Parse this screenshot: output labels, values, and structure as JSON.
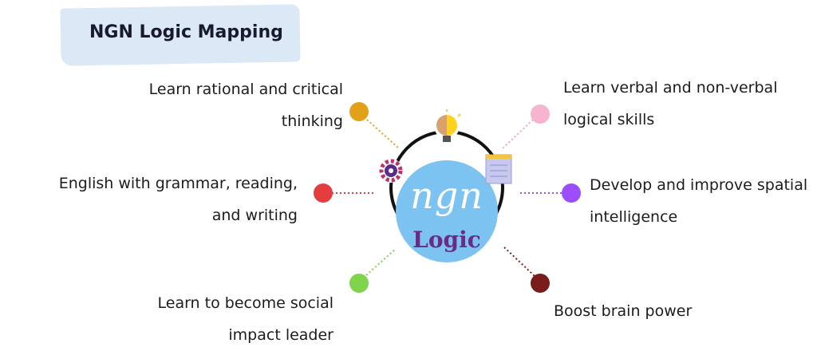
{
  "title": "NGN Logic Mapping",
  "center": {
    "line1": "ngn",
    "line2": "Logic"
  },
  "nodes": [
    {
      "id": "rational",
      "lines": [
        "Learn rational and critical",
        "thinking"
      ],
      "color": "#e3a11a"
    },
    {
      "id": "english",
      "lines": [
        "English with grammar, reading,",
        "and writing"
      ],
      "color": "#e33d3d"
    },
    {
      "id": "social",
      "lines": [
        "Learn to become social",
        "impact leader"
      ],
      "color": "#7fd44c"
    },
    {
      "id": "verbal",
      "lines": [
        "Learn verbal and non-verbal",
        "logical skills"
      ],
      "color": "#f7b4cf"
    },
    {
      "id": "spatial",
      "lines": [
        "Develop and improve spatial",
        "intelligence"
      ],
      "color": "#9b4dff"
    },
    {
      "id": "brain",
      "lines": [
        "Boost brain power"
      ],
      "color": "#7a1c1c"
    }
  ],
  "colors": {
    "center_circle": "#7cc3f2",
    "banner": "#dbe9f6",
    "ring": "#111111"
  },
  "icons": [
    "brain-bulb-icon",
    "gear-icon",
    "sticky-note-icon"
  ]
}
